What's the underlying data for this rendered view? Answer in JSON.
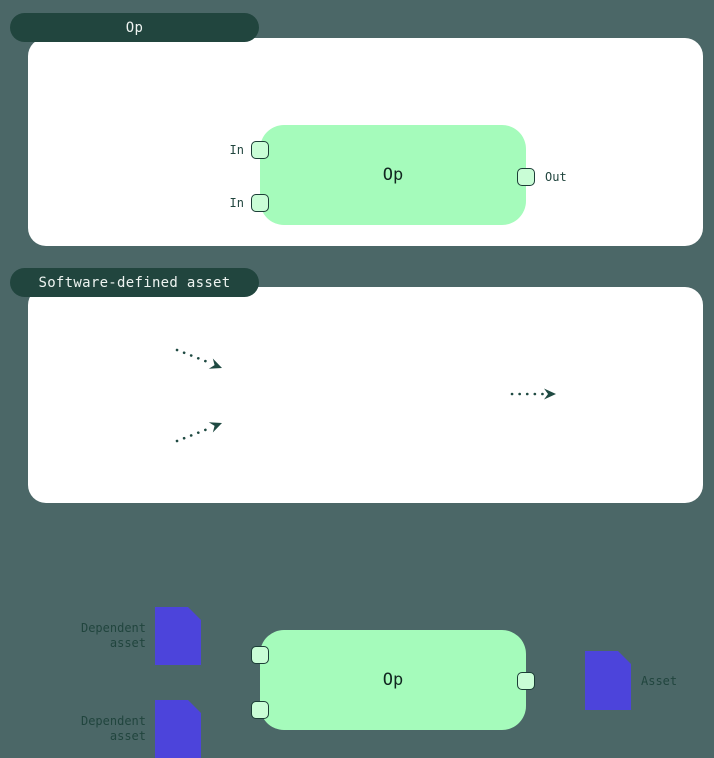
{
  "colors": {
    "background": "#4b6767",
    "tab_bg": "#21453e",
    "tab_text": "#eef4f1",
    "panel_bg": "#ffffff",
    "node_fill": "#a5fbbb",
    "node_text": "#112620",
    "handle_fill": "#c9fdd6",
    "handle_border": "#1c3e37",
    "asset_fill": "#4c44db",
    "label_text": "#21453e",
    "arrow": "#1f4a42"
  },
  "op_section": {
    "tab_label": "Op",
    "node_label": "Op",
    "inputs": [
      "In",
      "In"
    ],
    "output_label": "Out"
  },
  "sda_section": {
    "tab_label": "Software-defined asset",
    "node_label": "Op",
    "dependent_assets": [
      "Dependent\nasset",
      "Dependent\nasset"
    ],
    "asset_label": "Asset"
  }
}
